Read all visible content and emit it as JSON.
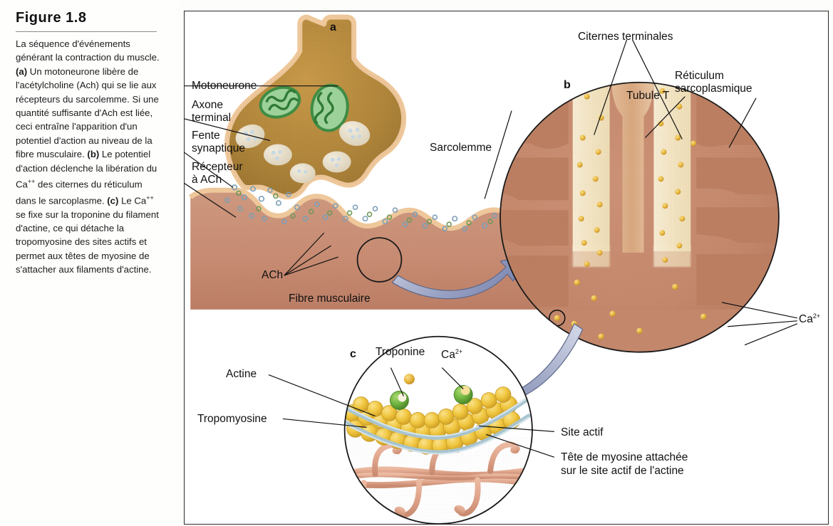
{
  "figure": {
    "title": "Figure 1.8",
    "caption_parts": [
      {
        "t": "La séquence d'événements générant la contraction du muscle. ",
        "b": false
      },
      {
        "t": "(a)",
        "b": true
      },
      {
        "t": " Un motoneurone libère de l'acétylcholine (Ach) qui se lie aux récepteurs du sarcolemme. Si une quantité suffisante d'Ach est liée, ceci entraîne l'apparition d'un potentiel d'action au niveau de la fibre musculaire. ",
        "b": false
      },
      {
        "t": "(b)",
        "b": true
      },
      {
        "t": " Le potentiel d'action déclenche la libération du Ca++ des citernes du réticulum dans le sarcoplasme. ",
        "b": false
      },
      {
        "t": "(c)",
        "b": true
      },
      {
        "t": " Le Ca++ se fixe sur la troponine du filament d'actine, ce qui détache la tropomyosine des sites actifs et permet aux têtes de myosine de s'attacher aux filaments d'actine.",
        "b": false
      }
    ]
  },
  "panel_a": {
    "letter": "a",
    "labels": {
      "motoneurone": "Motoneurone",
      "axone_terminal_l1": "Axone",
      "axone_terminal_l2": "terminal",
      "fente_l1": "Fente",
      "fente_l2": "synaptique",
      "recepteur_l1": "Récepteur",
      "recepteur_l2": "à ACh",
      "sarcolemme": "Sarcolemme",
      "ach": "ACh",
      "fibre_musculaire": "Fibre musculaire"
    }
  },
  "panel_b": {
    "letter": "b",
    "labels": {
      "citernes": "Citernes terminales",
      "reticulum_l1": "Réticulum",
      "reticulum_l2": "sarcoplasmique",
      "tubule_t": "Tubule T",
      "calcium": "Ca",
      "calcium_sup": "2+"
    }
  },
  "panel_c": {
    "letter": "c",
    "labels": {
      "actine": "Actine",
      "tropomyosine": "Tropomyosine",
      "troponine": "Troponine",
      "calcium": "Ca",
      "calcium_sup": "2+",
      "site_actif": "Site actif",
      "tete_myosine_l1": "Tête de myosine attachée",
      "tete_myosine_l2": "sur le site actif de l'actine"
    }
  },
  "colors": {
    "muscle_fiber": "#c98d74",
    "myofibril": "#bd7f62",
    "axon_terminal": "#b2873c",
    "axon_membrane": "#eec79a",
    "mitochondria": "#3f8c44",
    "sr_lumen": "#f5e7c8",
    "t_tubule": "#d9a780",
    "calcium_dot": "#e8b73c",
    "actin_bead": "#f0c63f",
    "tropomyosin": "#a8c4cf",
    "troponin": "#6fb23f",
    "myosin": "#e0a68c",
    "arrow": "#8a93bb",
    "vesicle": "#e6ddc8",
    "frame": "#2a2a2a"
  }
}
